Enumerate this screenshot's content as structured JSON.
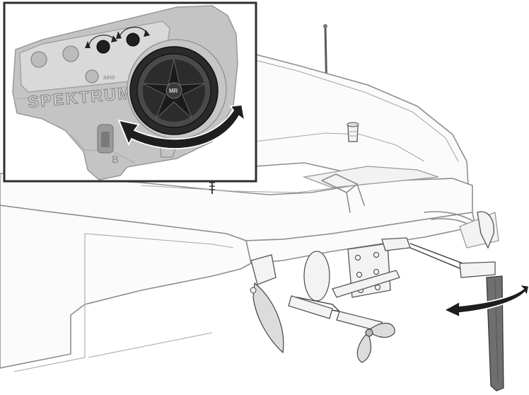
{
  "transmitter": {
    "brand": "SPEKTRUM",
    "channel_label": "B",
    "small_logo": "sino",
    "wheel_logo": "MR"
  },
  "colors": {
    "outline": "#8c8c8c",
    "arrow": "#1e1e1e",
    "steering_wheel": "#2a2a2a",
    "rudder": "#6f6f6f",
    "inset_border": "#3a3a3a"
  },
  "icons": {
    "wheel_arrow": "curved-double-arrow-icon",
    "trim_arrows": "rotate-arrows-icon",
    "rudder_arrow": "curved-double-arrow-icon"
  }
}
